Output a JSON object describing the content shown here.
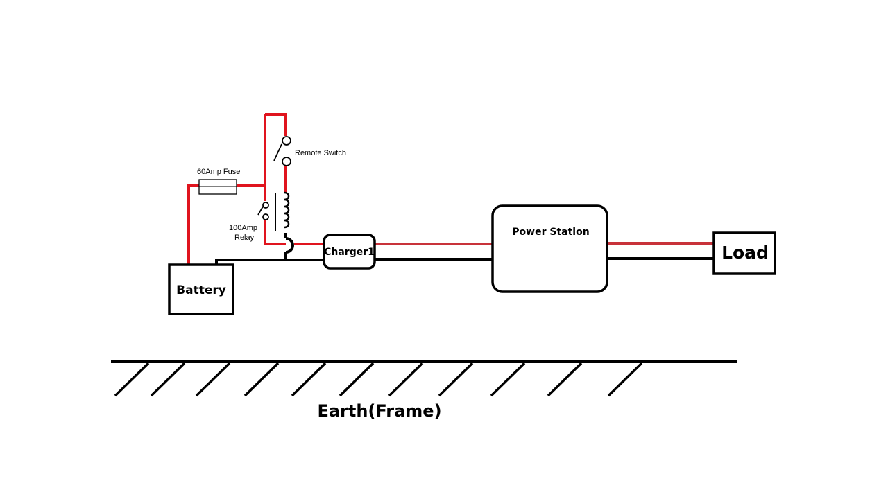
{
  "diagram": {
    "labels": {
      "remote_switch": "Remote Switch",
      "fuse": "60Amp Fuse",
      "relay_line1": "100Amp",
      "relay_line2": "Relay",
      "charger": "Charger1",
      "power_station": "Power Station",
      "battery": "Battery",
      "load": "Load",
      "earth": "Earth(Frame)"
    },
    "colors": {
      "positive_wire": "#e0141e",
      "negative_wire": "#000000",
      "background": "#ffffff"
    }
  }
}
